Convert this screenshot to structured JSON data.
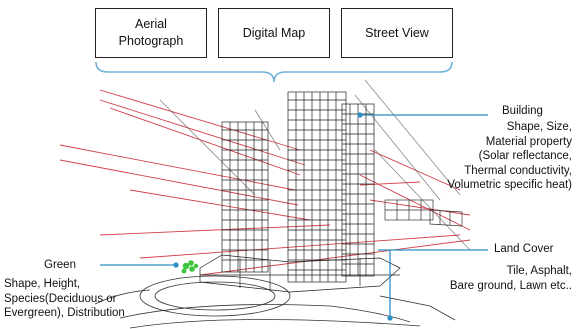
{
  "sources": [
    {
      "id": "aerial",
      "label": "Aerial\nPhotograph"
    },
    {
      "id": "map",
      "label": "Digital Map"
    },
    {
      "id": "street",
      "label": "Street View"
    }
  ],
  "labels": {
    "building_title": "Building",
    "building_detail": "Shape, Size,\nMaterial property\n(Solar reflectance,\nThermal conductivity,\nVolumetric specific heat)",
    "land_cover_title": "Land Cover",
    "land_cover_detail": "Tile, Asphalt,\nBare ground, Lawn etc..",
    "green_title": "Green",
    "green_detail": "Shape, Height,\nSpecies(Deciduous or\nEvergreen), Distribution"
  },
  "colors": {
    "callout_line": "#2b8fc4",
    "wireframe": "#222222",
    "red_lines": "#cc1f2a",
    "tree": "#3cc43c"
  }
}
